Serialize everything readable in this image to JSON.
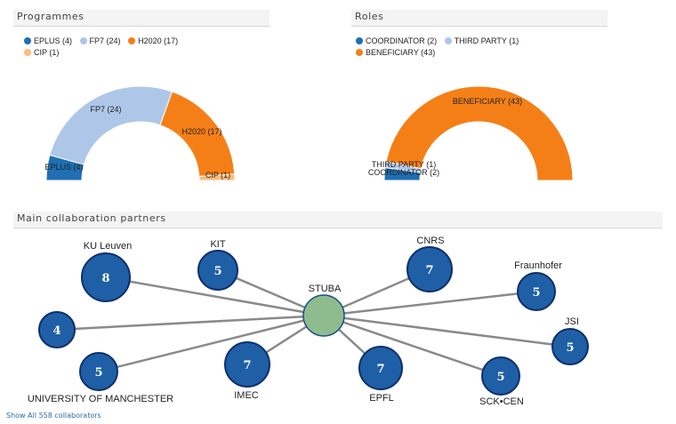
{
  "programmes": {
    "title": "Programmes",
    "legend": [
      {
        "label": "EPLUS (4)",
        "color": "#1f6fb2"
      },
      {
        "label": "FP7 (24)",
        "color": "#aec7e8"
      },
      {
        "label": "H2020 (17)",
        "color": "#f57f17"
      },
      {
        "label": "CIP (1)",
        "color": "#ffbb78"
      }
    ]
  },
  "roles": {
    "title": "Roles",
    "legend": [
      {
        "label": "COORDINATOR (2)",
        "color": "#1f6fb2"
      },
      {
        "label": "THIRD PARTY (1)",
        "color": "#aec7e8"
      },
      {
        "label": "BENEFICIARY (43)",
        "color": "#f57f17"
      }
    ]
  },
  "chart_data": [
    {
      "type": "pie",
      "variant": "semi-donut",
      "categories": [
        "EPLUS",
        "FP7",
        "H2020",
        "CIP"
      ],
      "values": [
        4,
        24,
        17,
        1
      ],
      "colors": [
        "#1f6fb2",
        "#aec7e8",
        "#f57f17",
        "#ffbb78"
      ],
      "labels": [
        "EPLUS (4)",
        "FP7 (24)",
        "H2020 (17)",
        "CIP (1)"
      ]
    },
    {
      "type": "pie",
      "variant": "semi-donut",
      "categories": [
        "COORDINATOR",
        "THIRD PARTY",
        "BENEFICIARY"
      ],
      "values": [
        2,
        1,
        43
      ],
      "colors": [
        "#1f6fb2",
        "#aec7e8",
        "#f57f17"
      ],
      "labels": [
        "COORDINATOR (2)",
        "THIRD PARTY (1)",
        "BENEFICIARY (43)"
      ]
    }
  ],
  "partners": {
    "title": "Main collaboration partners",
    "center": {
      "label": "STUBA",
      "color": "#8fbc8f"
    },
    "node_color": "#1f5fa6",
    "nodes": [
      {
        "label": "KU Leuven",
        "value": "8"
      },
      {
        "label": "KIT",
        "value": "5"
      },
      {
        "label": "CNRS",
        "value": "7"
      },
      {
        "label": "Fraunhofer",
        "value": "5"
      },
      {
        "label": "",
        "value": "4"
      },
      {
        "label": "JSI",
        "value": "5"
      },
      {
        "label": "UNIVERSITY OF MANCHESTER",
        "value": "5"
      },
      {
        "label": "IMEC",
        "value": "7"
      },
      {
        "label": "EPFL",
        "value": "7"
      },
      {
        "label": "SCK•CEN",
        "value": "5"
      }
    ]
  },
  "footer": {
    "link": "Show All 558 collaborators"
  }
}
